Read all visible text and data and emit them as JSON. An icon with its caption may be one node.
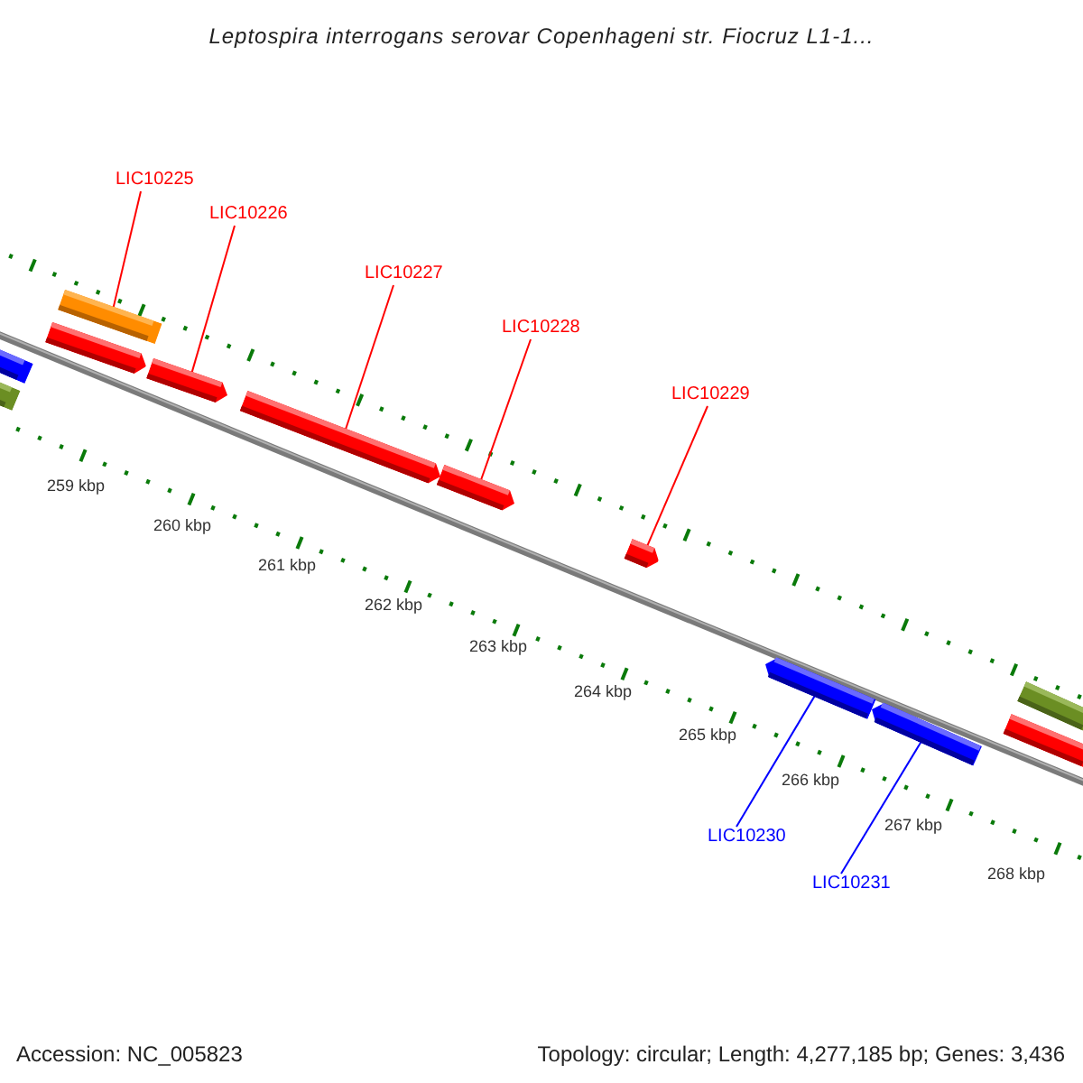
{
  "diagram": {
    "title": "Leptospira interrogans serovar Copenhageni str. Fiocruz L1-1...",
    "nodes": [
      {
        "text": [
          "LIC10225"
        ]
      },
      {
        "text": [
          "LIC10226"
        ]
      },
      {
        "text": [
          "LIC10227"
        ]
      },
      {
        "text": [
          "LIC10228"
        ]
      },
      {
        "text": [
          "LIC10229"
        ]
      },
      {
        "text": [],
        "shape": "bar"
      },
      {
        "text": [],
        "shape": "bar"
      },
      {
        "text": [],
        "shape": "bar"
      },
      {
        "text": [],
        "shape": "bar"
      },
      {
        "text": [],
        "shape": "bar"
      },
      {
        "text": [],
        "shape": "bar"
      },
      {
        "text": [],
        "shape": "bar"
      },
      {
        "text": [],
        "shape": "bar"
      },
      {
        "text": [],
        "shape": "bar"
      },
      {
        "text": [],
        "shape": "bar"
      },
      {
        "text": [],
        "shape": "bar"
      },
      {
        "text": [],
        "shape": "bar"
      },
      {
        "text": [
          "LIC10230"
        ]
      },
      {
        "text": [
          "LIC10231"
        ]
      }
    ],
    "edges": [
      {
        "from": 0,
        "to": 7,
        "arrow": "none"
      },
      {
        "from": 1,
        "to": 9,
        "arrow": "none"
      },
      {
        "from": 2,
        "to": 10,
        "arrow": "none"
      },
      {
        "from": 3,
        "to": 11,
        "arrow": "none"
      },
      {
        "from": 4,
        "to": 12,
        "arrow": "none"
      },
      {
        "from": 17,
        "to": 13,
        "arrow": "none",
        "color": "#0000ff"
      },
      {
        "from": 18,
        "to": 14,
        "arrow": "none",
        "color": "#0000ff"
      }
    ],
    "labels": [
      "259 kbp",
      "260 kbp",
      "261 kbp",
      "262 kbp",
      "263 kbp",
      "264 kbp",
      "265 kbp",
      "266 kbp",
      "267 kbp",
      "268 kbp",
      "Accession: NC_005823",
      "Topology: circular; Length: 4,277,185 bp; Genes: 3,436"
    ]
  }
}
